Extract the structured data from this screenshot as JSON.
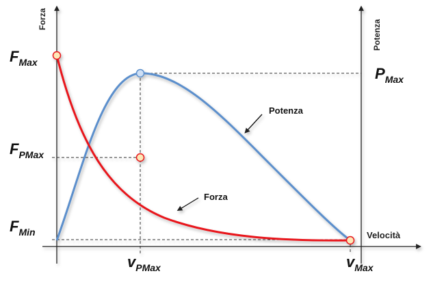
{
  "axes": {
    "left_title": "Forza",
    "right_title": "Potenza",
    "x_title": "Velocità"
  },
  "labels": {
    "fmax": {
      "main": "F",
      "sub": "Max"
    },
    "fpmax": {
      "main": "F",
      "sub": "PMax"
    },
    "fmin": {
      "main": "F",
      "sub": "Min"
    },
    "pmax": {
      "main": "P",
      "sub": "Max"
    },
    "vpmax": {
      "main": "v",
      "sub": "PMax"
    },
    "vmax": {
      "main": "v",
      "sub": "Max"
    }
  },
  "annotations": {
    "potenza": "Potenza",
    "forza": "Forza"
  },
  "colors": {
    "force_curve": "#e8141b",
    "power_curve": "#5b8fcc",
    "axis": "#222222",
    "marker_fill": "#fde9b8",
    "marker_stroke_red": "#e8141b",
    "marker_stroke_blue": "#5b8fcc",
    "power_marker_fill": "#cfe0f5"
  }
}
